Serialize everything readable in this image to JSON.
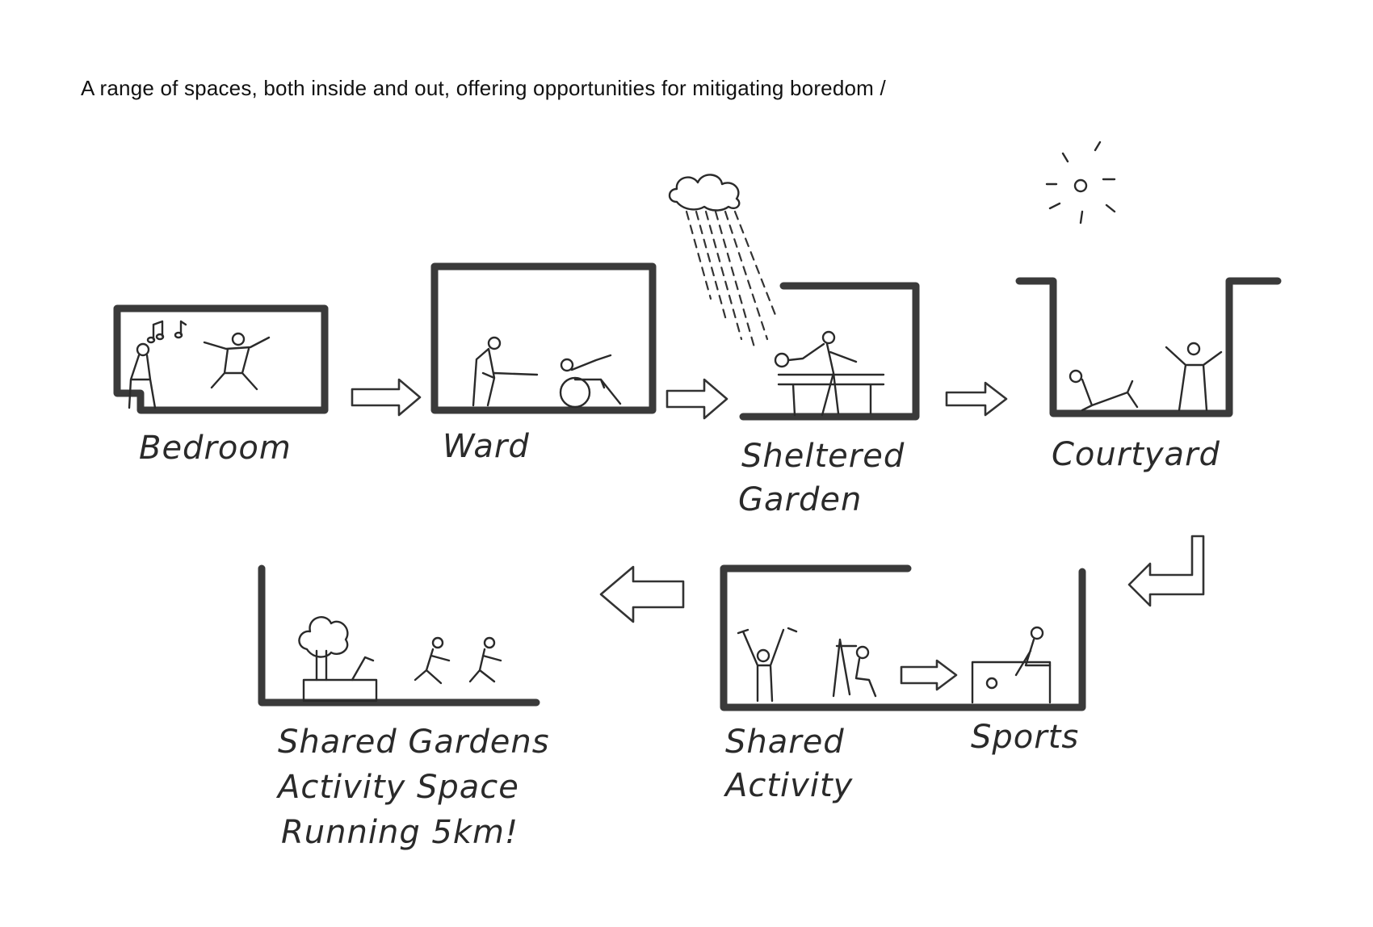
{
  "caption": "A range of spaces, both inside and out, offering opportunities for mitigating boredom /",
  "labels": {
    "bedroom": "Bedroom",
    "ward": "Ward",
    "sheltered_1": "Sheltered",
    "sheltered_2": "Garden",
    "courtyard": "Courtyard",
    "shared_activity_1": "Shared",
    "shared_activity_2": "Activity",
    "sports": "Sports",
    "gardens_1": "Shared Gardens",
    "gardens_2": "Activity Space",
    "gardens_3": "Running 5km!"
  },
  "icons": [
    "music-notes-icon",
    "rain-cloud-icon",
    "sun-icon",
    "flow-arrow-icon"
  ]
}
